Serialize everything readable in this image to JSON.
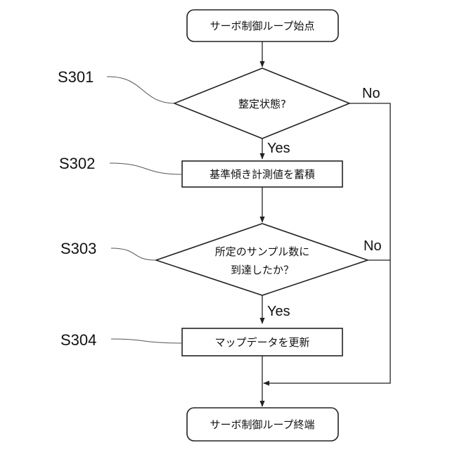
{
  "flowchart": {
    "start": "サーボ制御ループ始点",
    "decision1": "整定状態?",
    "process1": "基準傾き計測値を蓄積",
    "decision2_line1": "所定のサンプル数に",
    "decision2_line2": "到達したか？",
    "process2": "マップデータを更新",
    "end": "サーボ制御ループ終端"
  },
  "step_labels": {
    "s301": "S301",
    "s302": "S302",
    "s303": "S303",
    "s304": "S304"
  },
  "branches": {
    "yes1": "Yes",
    "no1": "No",
    "yes2": "Yes",
    "no2": "No"
  }
}
